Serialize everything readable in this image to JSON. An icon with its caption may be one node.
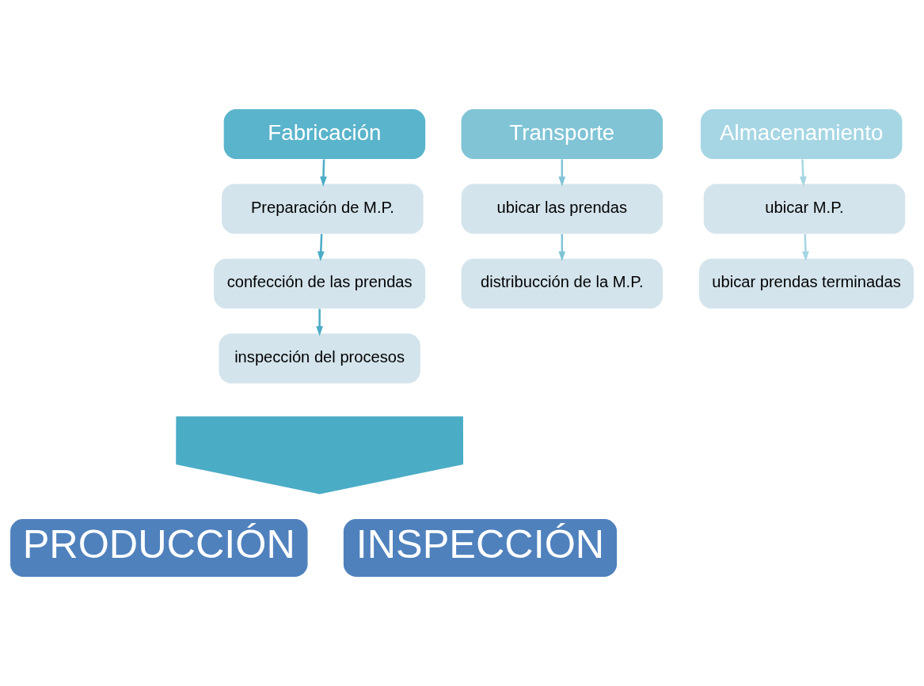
{
  "diagram": {
    "nodes": [
      {
        "text": [
          "Fabricación"
        ]
      },
      {
        "text": [
          "Preparación de M.P."
        ]
      },
      {
        "text": [
          "confección de las prendas"
        ]
      },
      {
        "text": [
          "inspección del procesos"
        ]
      },
      {
        "text": [
          "Transporte"
        ]
      },
      {
        "text": [
          "ubicar las prendas"
        ]
      },
      {
        "text": [
          "distribucción de la M.P."
        ]
      },
      {
        "text": [
          "Almacenamiento"
        ]
      },
      {
        "text": [
          "ubicar M.P."
        ]
      },
      {
        "text": [
          "ubicar prendas terminadas"
        ]
      },
      {
        "text": [],
        "shape": "arrow"
      },
      {
        "text": [
          "PRODUCCIÓN"
        ]
      },
      {
        "text": [
          "INSPECCIÓN"
        ]
      }
    ],
    "edges": [
      {
        "from": 0,
        "to": 1,
        "arrow": "to"
      },
      {
        "from": 1,
        "to": 2,
        "arrow": "to"
      },
      {
        "from": 2,
        "to": 3,
        "arrow": "to"
      },
      {
        "from": 4,
        "to": 5,
        "arrow": "to",
        "color": "#80c4d6"
      },
      {
        "from": 5,
        "to": 6,
        "arrow": "to",
        "color": "#80c4d6"
      },
      {
        "from": 7,
        "to": 8,
        "arrow": "to",
        "color": "#a6d6e4"
      },
      {
        "from": 8,
        "to": 9,
        "arrow": "to",
        "color": "#a6d6e4"
      }
    ]
  }
}
